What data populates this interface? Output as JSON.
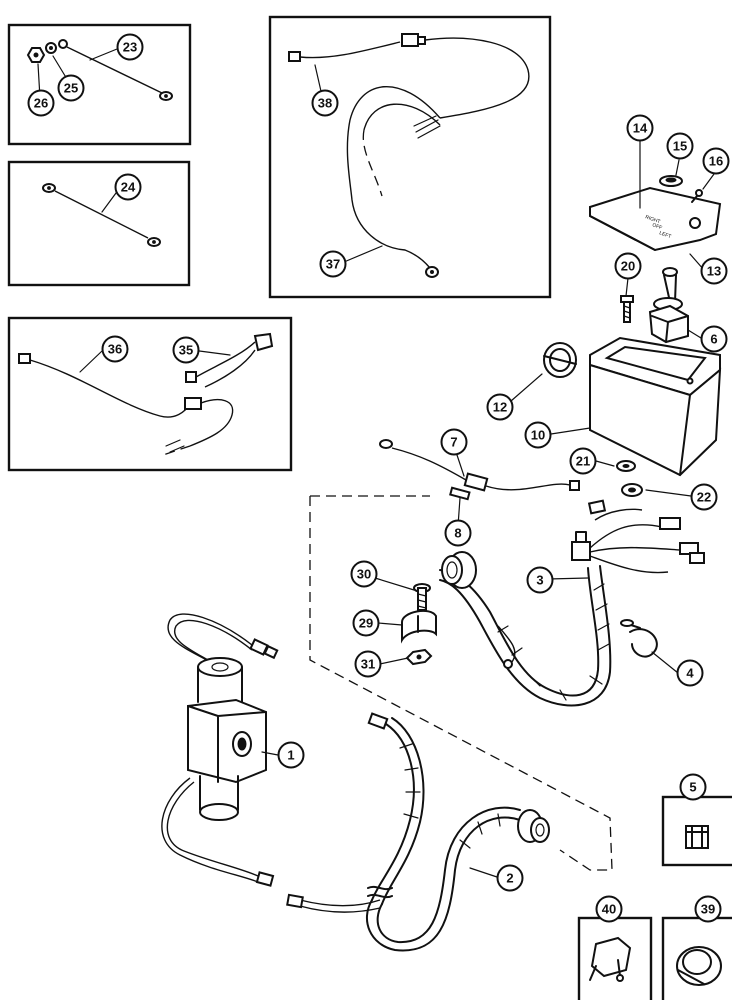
{
  "diagram": {
    "callouts": [
      {
        "id": "c1",
        "number": "1"
      },
      {
        "id": "c2",
        "number": "2"
      },
      {
        "id": "c3",
        "number": "3"
      },
      {
        "id": "c4",
        "number": "4"
      },
      {
        "id": "c5",
        "number": "5"
      },
      {
        "id": "c6",
        "number": "6"
      },
      {
        "id": "c7",
        "number": "7"
      },
      {
        "id": "c8",
        "number": "8"
      },
      {
        "id": "c10",
        "number": "10"
      },
      {
        "id": "c12",
        "number": "12"
      },
      {
        "id": "c13",
        "number": "13"
      },
      {
        "id": "c14",
        "number": "14"
      },
      {
        "id": "c15",
        "number": "15"
      },
      {
        "id": "c16",
        "number": "16"
      },
      {
        "id": "c20",
        "number": "20"
      },
      {
        "id": "c21",
        "number": "21"
      },
      {
        "id": "c22",
        "number": "22"
      },
      {
        "id": "c23",
        "number": "23"
      },
      {
        "id": "c24",
        "number": "24"
      },
      {
        "id": "c25",
        "number": "25"
      },
      {
        "id": "c26",
        "number": "26"
      },
      {
        "id": "c29",
        "number": "29"
      },
      {
        "id": "c30",
        "number": "30"
      },
      {
        "id": "c31",
        "number": "31"
      },
      {
        "id": "c35",
        "number": "35"
      },
      {
        "id": "c36",
        "number": "36"
      },
      {
        "id": "c37",
        "number": "37"
      },
      {
        "id": "c38",
        "number": "38"
      },
      {
        "id": "c39",
        "number": "39"
      },
      {
        "id": "c40",
        "number": "40"
      }
    ],
    "plate_text": [
      "RIGHT",
      "OFF",
      "LEFT"
    ]
  }
}
